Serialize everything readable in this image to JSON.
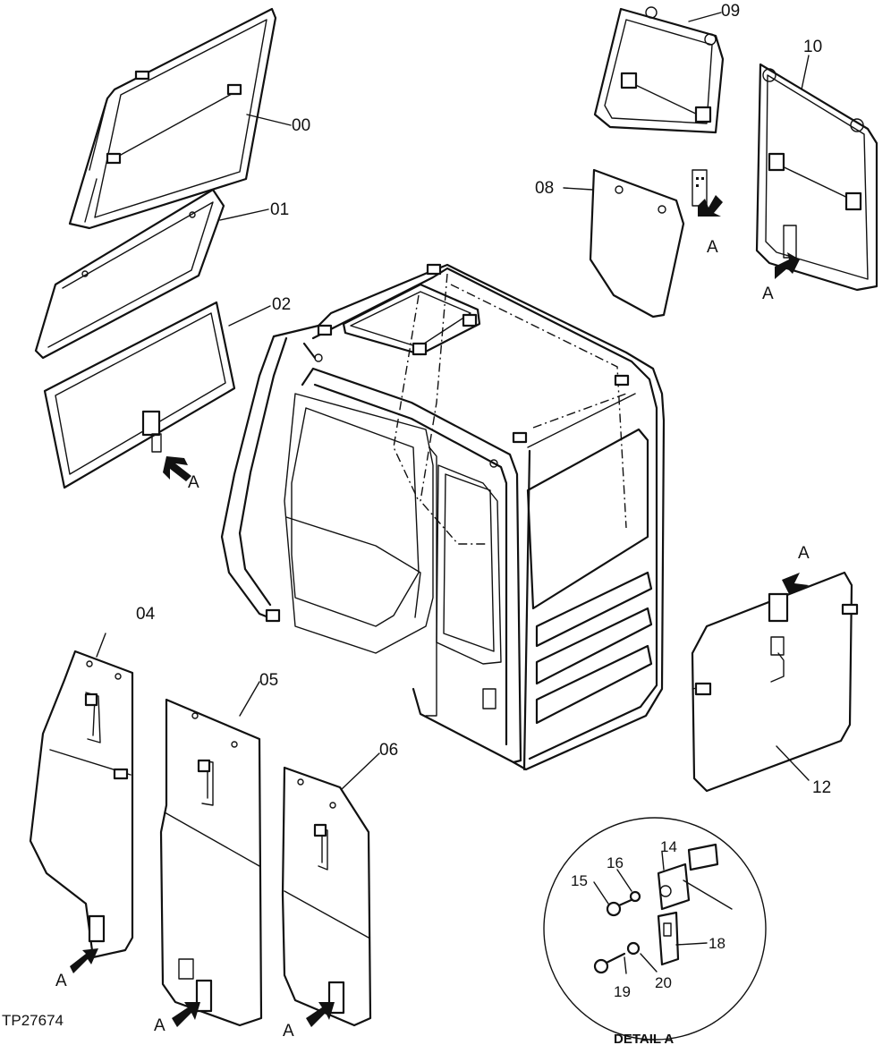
{
  "drawing_id": "TP27674",
  "detail_title": "DETAIL A",
  "arrow_label": "A",
  "callouts": {
    "p00": "00",
    "p01": "01",
    "p02": "02",
    "p04": "04",
    "p05": "05",
    "p06": "06",
    "p08": "08",
    "p09": "09",
    "p10": "10",
    "p12": "12",
    "p14": "14",
    "p15": "15",
    "p16": "16",
    "p18": "18",
    "p19": "19",
    "p20": "20"
  }
}
